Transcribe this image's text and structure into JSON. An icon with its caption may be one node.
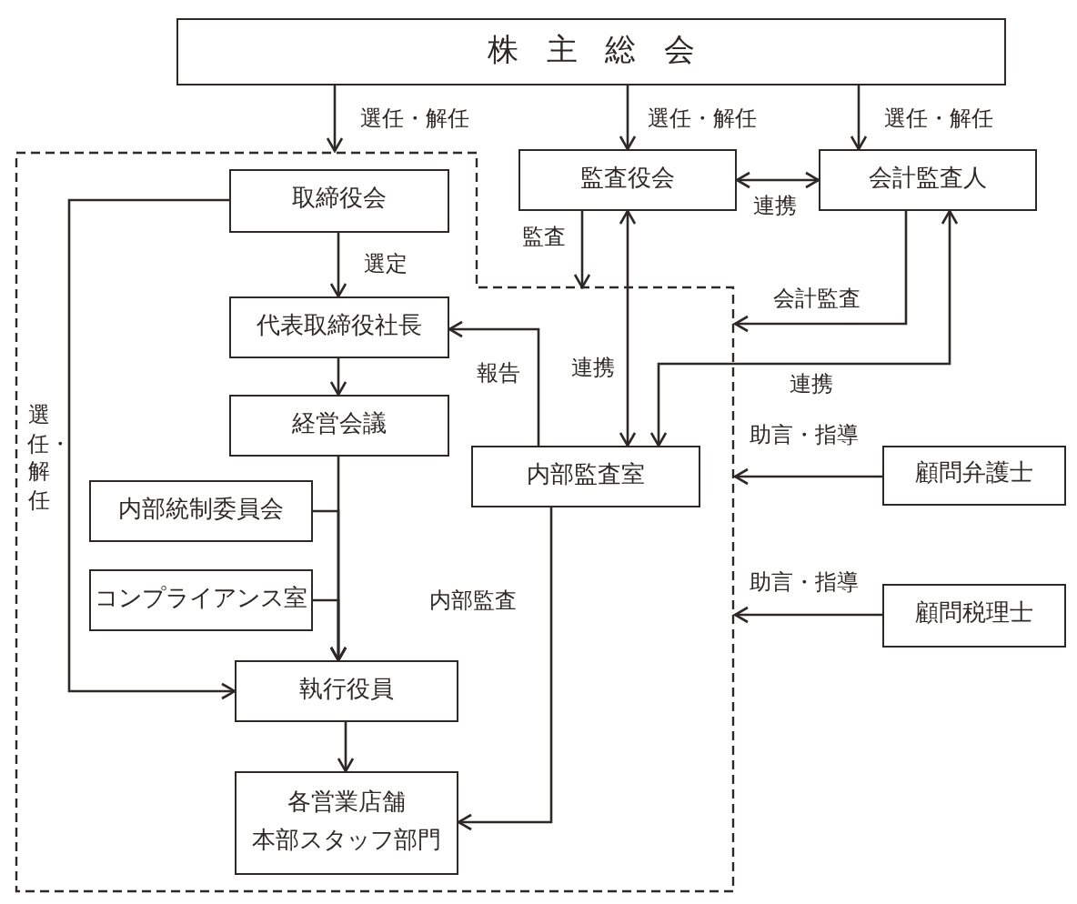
{
  "diagram": {
    "nodes": [
      {
        "text": [
          "株主総会"
        ]
      },
      {
        "text": [],
        "shape": "box"
      },
      {
        "text": [
          "取締役会"
        ],
        "in": 1
      },
      {
        "text": [
          "監査役会"
        ]
      },
      {
        "text": [
          "会計監査人"
        ]
      },
      {
        "text": [
          "代表取締役社長"
        ],
        "in": 1
      },
      {
        "text": [
          "経営会議"
        ],
        "in": 1
      },
      {
        "text": [
          "内部統制委員会"
        ],
        "in": 1
      },
      {
        "text": [
          "コンプライアンス室"
        ],
        "in": 1
      },
      {
        "text": [
          "内部監査室"
        ],
        "in": 1
      },
      {
        "text": [
          "顧問弁護士"
        ]
      },
      {
        "text": [
          "顧問税理士"
        ]
      },
      {
        "text": [
          "執行役員"
        ],
        "in": 1
      },
      {
        "text": [
          "各営業店舗",
          "本部スタッフ部門"
        ],
        "in": 1
      }
    ],
    "edges": [
      {
        "from": 0,
        "to": 1,
        "arrow": "to",
        "label": "選任・解任"
      },
      {
        "from": 0,
        "to": 3,
        "arrow": "to",
        "label": "選任・解任"
      },
      {
        "from": 0,
        "to": 4,
        "arrow": "to",
        "label": "選任・解任"
      },
      {
        "from": 3,
        "to": 4,
        "arrow": "both",
        "label": "連携"
      },
      {
        "from": 3,
        "to": 1,
        "arrow": "to",
        "label": "監査"
      },
      {
        "from": 3,
        "to": 9,
        "arrow": "both",
        "label": "連携"
      },
      {
        "from": 4,
        "to": 1,
        "arrow": "to",
        "label": "会計監査"
      },
      {
        "from": 9,
        "to": 4,
        "arrow": "both",
        "label": "連携"
      },
      {
        "from": 2,
        "to": 5,
        "arrow": "to",
        "label": "選定"
      },
      {
        "from": 5,
        "to": 6,
        "arrow": "to"
      },
      {
        "from": 6,
        "to": 12,
        "arrow": "to"
      },
      {
        "from": 7,
        "to": 12,
        "arrow": "to"
      },
      {
        "from": 8,
        "to": 12,
        "arrow": "to"
      },
      {
        "from": 2,
        "to": 12,
        "arrow": "to",
        "label": "選任・解任"
      },
      {
        "from": 12,
        "to": 13,
        "arrow": "to"
      },
      {
        "from": 9,
        "to": 5,
        "arrow": "to",
        "label": "報告"
      },
      {
        "from": 9,
        "to": 13,
        "arrow": "to",
        "label": "内部監査"
      },
      {
        "from": 10,
        "to": 1,
        "arrow": "to",
        "label": "助言・指導"
      },
      {
        "from": 11,
        "to": 1,
        "arrow": "to",
        "label": "助言・指導"
      }
    ]
  }
}
